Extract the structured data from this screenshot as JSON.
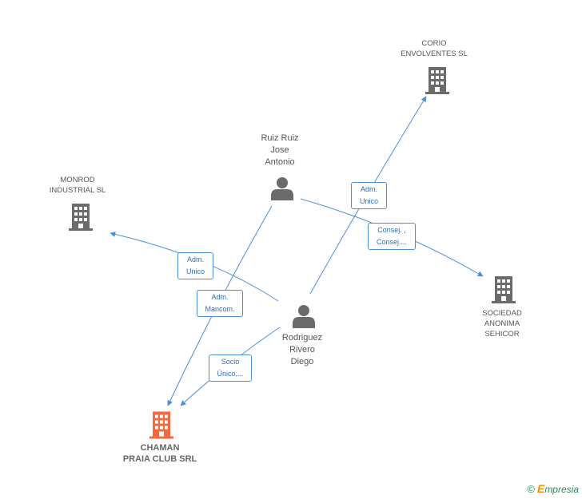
{
  "colors": {
    "edge": "#4a90d9",
    "company": "#6b6b6b",
    "person": "#6b6b6b",
    "main_company": "#f26a3d"
  },
  "nodes": {
    "corio": {
      "lines": [
        "CORIO",
        "ENVOLVENTES SL"
      ],
      "icon": "building-icon"
    },
    "monrod": {
      "lines": [
        "MONROD",
        "INDUSTRIAL  SL"
      ],
      "icon": "building-icon"
    },
    "sehicor": {
      "lines": [
        "SOCIEDAD",
        "ANONIMA",
        "SEHICOR"
      ],
      "icon": "building-icon"
    },
    "chaman": {
      "lines": [
        "CHAMAN",
        "PRAIA CLUB SRL"
      ],
      "icon": "building-icon"
    },
    "ruiz": {
      "lines": [
        "Ruiz Ruiz",
        "Jose",
        "Antonio"
      ],
      "icon": "person-icon"
    },
    "rodriguez": {
      "lines": [
        "Rodriguez",
        "Rivero",
        "Diego"
      ],
      "icon": "person-icon"
    }
  },
  "edges": {
    "rodriguez_corio": {
      "lines": [
        "Adm.",
        "Unico"
      ]
    },
    "ruiz_sehicor": {
      "lines": [
        "Consej. ,",
        "Consej...."
      ]
    },
    "rodriguez_monrod": {
      "lines": [
        "Adm.",
        "Unico"
      ]
    },
    "ruiz_chaman": {
      "lines": [
        "Adm.",
        "Mancom."
      ]
    },
    "rodriguez_chaman": {
      "lines": [
        "Socio",
        "Único,..."
      ]
    }
  },
  "watermark": {
    "copyright": "©",
    "brand_initial": "E",
    "brand_rest": "mpresia"
  }
}
